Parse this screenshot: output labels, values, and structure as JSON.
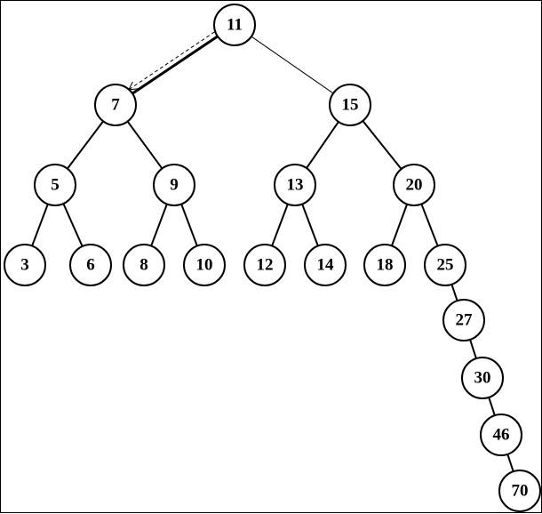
{
  "diagram": {
    "type": "binary-search-tree",
    "nodes": [
      {
        "id": "n11",
        "label": "11"
      },
      {
        "id": "n7",
        "label": "7"
      },
      {
        "id": "n15",
        "label": "15"
      },
      {
        "id": "n5",
        "label": "5"
      },
      {
        "id": "n9",
        "label": "9"
      },
      {
        "id": "n13",
        "label": "13"
      },
      {
        "id": "n20",
        "label": "20"
      },
      {
        "id": "n3",
        "label": "3"
      },
      {
        "id": "n6",
        "label": "6"
      },
      {
        "id": "n8",
        "label": "8"
      },
      {
        "id": "n10",
        "label": "10"
      },
      {
        "id": "n12",
        "label": "12"
      },
      {
        "id": "n14",
        "label": "14"
      },
      {
        "id": "n18",
        "label": "18"
      },
      {
        "id": "n25",
        "label": "25"
      },
      {
        "id": "n27",
        "label": "27"
      },
      {
        "id": "n30",
        "label": "30"
      },
      {
        "id": "n46",
        "label": "46"
      },
      {
        "id": "n70",
        "label": "70"
      }
    ],
    "edges": [
      {
        "from": "n11",
        "to": "n7",
        "style": "bold"
      },
      {
        "from": "n11",
        "to": "n15",
        "style": "thin"
      },
      {
        "from": "n7",
        "to": "n5",
        "style": "normal"
      },
      {
        "from": "n7",
        "to": "n9",
        "style": "normal"
      },
      {
        "from": "n15",
        "to": "n13",
        "style": "normal"
      },
      {
        "from": "n15",
        "to": "n20",
        "style": "normal"
      },
      {
        "from": "n5",
        "to": "n3",
        "style": "normal"
      },
      {
        "from": "n5",
        "to": "n6",
        "style": "normal"
      },
      {
        "from": "n9",
        "to": "n8",
        "style": "normal"
      },
      {
        "from": "n9",
        "to": "n10",
        "style": "normal"
      },
      {
        "from": "n13",
        "to": "n12",
        "style": "normal"
      },
      {
        "from": "n13",
        "to": "n14",
        "style": "normal"
      },
      {
        "from": "n20",
        "to": "n18",
        "style": "normal"
      },
      {
        "from": "n20",
        "to": "n25",
        "style": "normal"
      },
      {
        "from": "n25",
        "to": "n27",
        "style": "normal"
      },
      {
        "from": "n27",
        "to": "n30",
        "style": "normal"
      },
      {
        "from": "n30",
        "to": "n46",
        "style": "normal"
      },
      {
        "from": "n46",
        "to": "n70",
        "style": "normal"
      }
    ],
    "rotation_arrow": {
      "from": "n11",
      "to": "n7",
      "style": "dashed"
    }
  }
}
